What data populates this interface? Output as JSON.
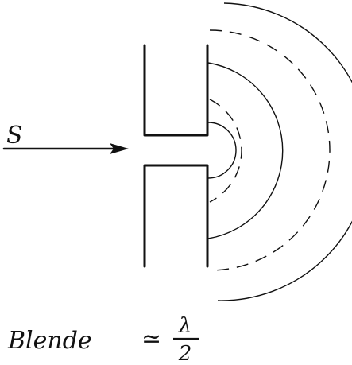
{
  "source_label": "S",
  "caption": {
    "word": "Blende",
    "relation": "≃",
    "numerator": "λ",
    "denominator": "2"
  }
}
